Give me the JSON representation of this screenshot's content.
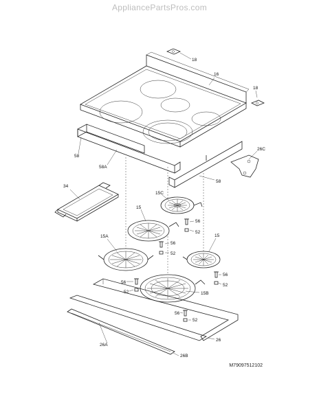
{
  "watermark": "AppliancePartsPros.com",
  "model_number": "M79097512102",
  "callouts": {
    "c18a": "18",
    "c18b": "18",
    "c16": "16",
    "c26c": "26C",
    "c58a": "58",
    "c58aA": "58A",
    "c58b": "58",
    "c34": "34",
    "c15c": "15C",
    "c15a": "15",
    "c56a": "56",
    "c52a": "52",
    "c56b": "56",
    "c52b": "52",
    "c15A": "15A",
    "c15b": "15",
    "c56c": "56",
    "c52c": "52",
    "c56d": "56",
    "c52d": "52",
    "c15B": "15B",
    "c56e": "56",
    "c52e": "52",
    "c26": "26",
    "c26A": "26A",
    "c26B": "26B"
  }
}
